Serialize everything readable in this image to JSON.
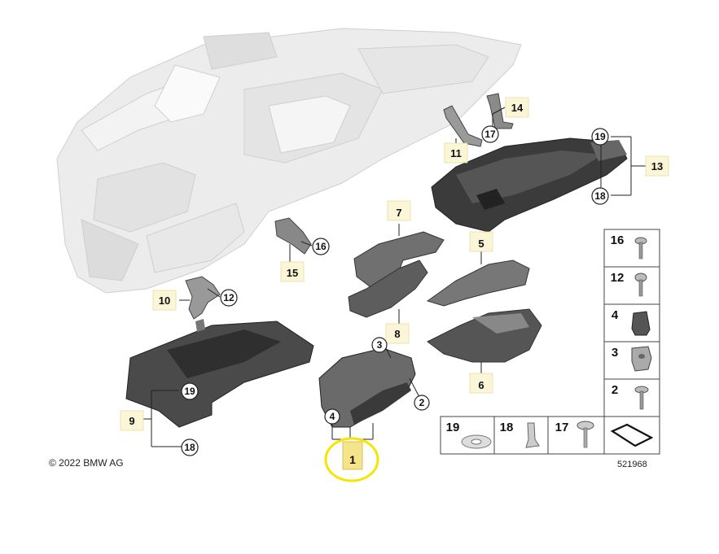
{
  "copyright": "© 2022 BMW AG",
  "diagram_number": "521968",
  "highlight_color": "#f5e500",
  "label_box_color": "#f8efb0",
  "callouts": {
    "c1": "1",
    "c2": "2",
    "c3": "3",
    "c4": "4",
    "c5": "5",
    "c6": "6",
    "c7": "7",
    "c8": "8",
    "c9": "9",
    "c10": "10",
    "c11": "11",
    "c12": "12",
    "c13": "13",
    "c14": "14",
    "c15": "15",
    "c16": "16",
    "c17": "17",
    "c18": "18",
    "c19": "19",
    "c19b": "19",
    "c18b": "18",
    "c19c": "19",
    "c18c": "18",
    "c17b": "17",
    "c16b": "16",
    "c12b": "12",
    "c4b": "4",
    "c3b": "3",
    "c2b": "2"
  },
  "fastener_table": {
    "vertical": [
      "16",
      "12",
      "4",
      "3",
      "2"
    ],
    "bottom": [
      "19",
      "18",
      "17"
    ]
  }
}
